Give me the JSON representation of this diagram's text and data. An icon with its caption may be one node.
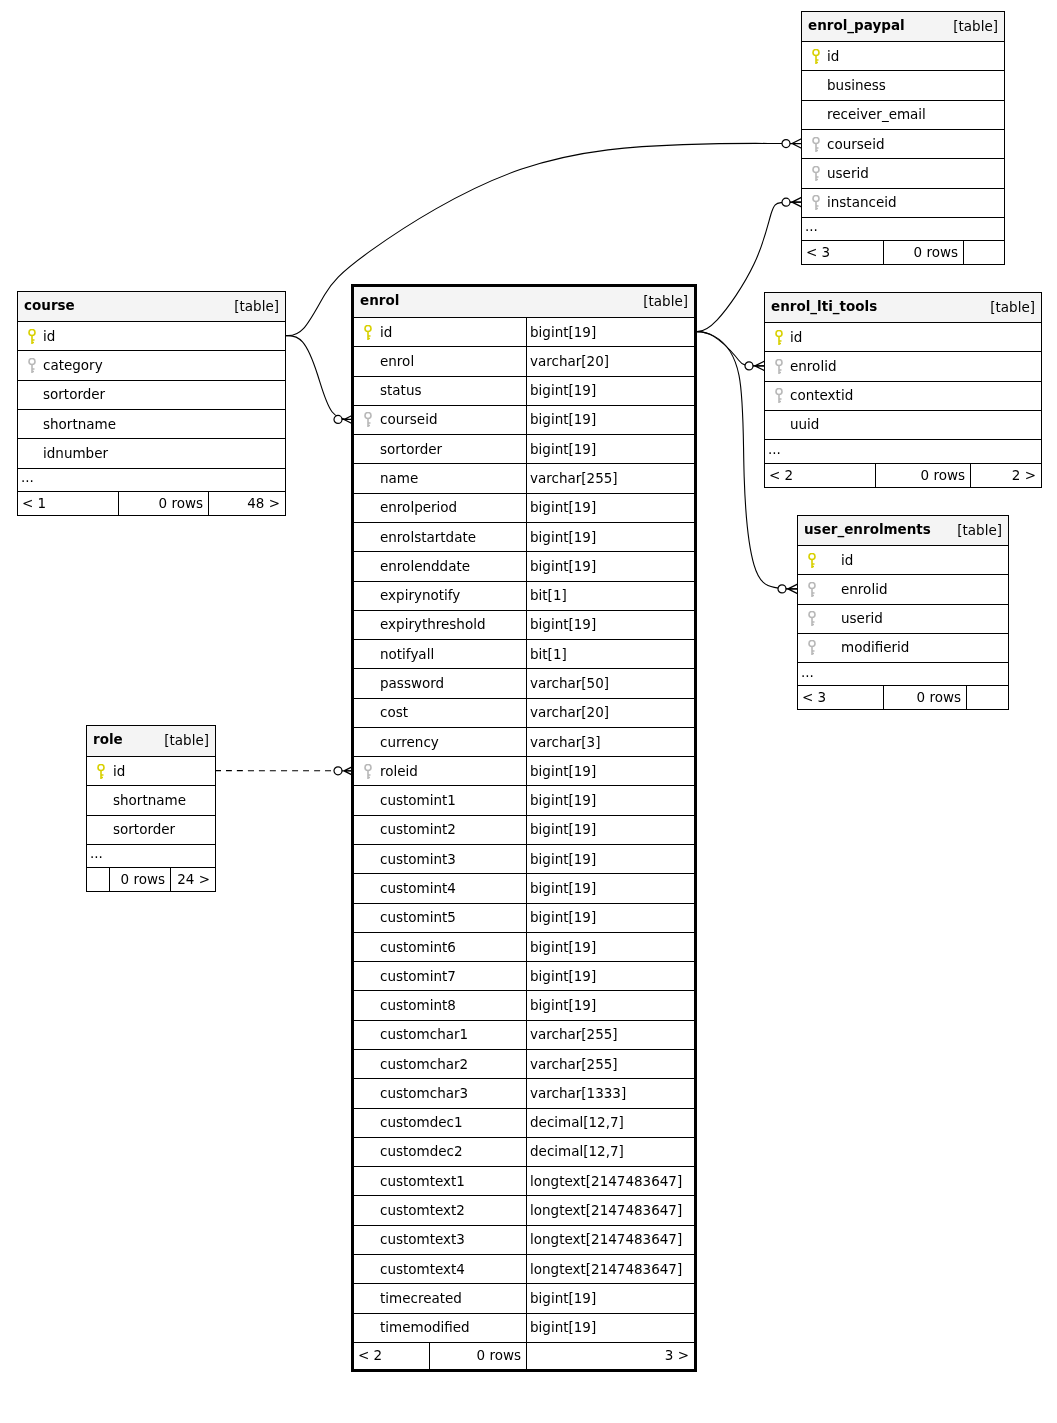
{
  "diagram": {
    "nodes": [
      {
        "text": [
          "enrol_paypal",
          "[table]"
        ]
      },
      {
        "text": [
          "id"
        ],
        "in": 0
      },
      {
        "text": [
          "business"
        ],
        "in": 0
      },
      {
        "text": [
          "receiver_email"
        ],
        "in": 0
      },
      {
        "text": [
          "courseid"
        ],
        "in": 0
      },
      {
        "text": [
          "userid"
        ],
        "in": 0
      },
      {
        "text": [
          "instanceid"
        ],
        "in": 0
      },
      {
        "text": [
          "..."
        ],
        "in": 0
      },
      {
        "text": [
          "< 3",
          "0 rows"
        ],
        "in": 0
      },
      {
        "text": [
          "course",
          "[table]"
        ]
      },
      {
        "text": [
          "id"
        ],
        "in": 9
      },
      {
        "text": [
          "category"
        ],
        "in": 9
      },
      {
        "text": [
          "sortorder"
        ],
        "in": 9
      },
      {
        "text": [
          "shortname"
        ],
        "in": 9
      },
      {
        "text": [
          "idnumber"
        ],
        "in": 9
      },
      {
        "text": [
          "..."
        ],
        "in": 9
      },
      {
        "text": [
          "< 1",
          "0 rows",
          "48 >"
        ],
        "in": 9
      },
      {
        "text": [
          "enrol",
          "[table]"
        ]
      },
      {
        "text": [
          "id",
          "bigint[19]"
        ],
        "in": 17
      },
      {
        "text": [
          "enrol",
          "varchar[20]"
        ],
        "in": 17
      },
      {
        "text": [
          "status",
          "bigint[19]"
        ],
        "in": 17
      },
      {
        "text": [
          "courseid",
          "bigint[19]"
        ],
        "in": 17
      },
      {
        "text": [
          "sortorder",
          "bigint[19]"
        ],
        "in": 17
      },
      {
        "text": [
          "name",
          "varchar[255]"
        ],
        "in": 17
      },
      {
        "text": [
          "enrolperiod",
          "bigint[19]"
        ],
        "in": 17
      },
      {
        "text": [
          "enrolstartdate",
          "bigint[19]"
        ],
        "in": 17
      },
      {
        "text": [
          "enrolenddate",
          "bigint[19]"
        ],
        "in": 17
      },
      {
        "text": [
          "expirynotify",
          "bit[1]"
        ],
        "in": 17
      },
      {
        "text": [
          "expirythreshold",
          "bigint[19]"
        ],
        "in": 17
      },
      {
        "text": [
          "notifyall",
          "bit[1]"
        ],
        "in": 17
      },
      {
        "text": [
          "password",
          "varchar[50]"
        ],
        "in": 17
      },
      {
        "text": [
          "cost",
          "varchar[20]"
        ],
        "in": 17
      },
      {
        "text": [
          "currency",
          "varchar[3]"
        ],
        "in": 17
      },
      {
        "text": [
          "roleid",
          "bigint[19]"
        ],
        "in": 17
      },
      {
        "text": [
          "customint1",
          "bigint[19]"
        ],
        "in": 17
      },
      {
        "text": [
          "customint2",
          "bigint[19]"
        ],
        "in": 17
      },
      {
        "text": [
          "customint3",
          "bigint[19]"
        ],
        "in": 17
      },
      {
        "text": [
          "customint4",
          "bigint[19]"
        ],
        "in": 17
      },
      {
        "text": [
          "customint5",
          "bigint[19]"
        ],
        "in": 17
      },
      {
        "text": [
          "customint6",
          "bigint[19]"
        ],
        "in": 17
      },
      {
        "text": [
          "customint7",
          "bigint[19]"
        ],
        "in": 17
      },
      {
        "text": [
          "customint8",
          "bigint[19]"
        ],
        "in": 17
      },
      {
        "text": [
          "customchar1",
          "varchar[255]"
        ],
        "in": 17
      },
      {
        "text": [
          "customchar2",
          "varchar[255]"
        ],
        "in": 17
      },
      {
        "text": [
          "customchar3",
          "varchar[1333]"
        ],
        "in": 17
      },
      {
        "text": [
          "customdec1",
          "decimal[12,7]"
        ],
        "in": 17
      },
      {
        "text": [
          "customdec2",
          "decimal[12,7]"
        ],
        "in": 17
      },
      {
        "text": [
          "customtext1",
          "longtext[2147483647]"
        ],
        "in": 17
      },
      {
        "text": [
          "customtext2",
          "longtext[2147483647]"
        ],
        "in": 17
      },
      {
        "text": [
          "customtext3",
          "longtext[2147483647]"
        ],
        "in": 17
      },
      {
        "text": [
          "customtext4",
          "longtext[2147483647]"
        ],
        "in": 17
      },
      {
        "text": [
          "timecreated",
          "bigint[19]"
        ],
        "in": 17
      },
      {
        "text": [
          "timemodified",
          "bigint[19]"
        ],
        "in": 17
      },
      {
        "text": [
          "< 2",
          "0 rows",
          "3 >"
        ],
        "in": 17
      },
      {
        "text": [
          "enrol_lti_tools",
          "[table]"
        ]
      },
      {
        "text": [
          "id"
        ],
        "in": 54
      },
      {
        "text": [
          "enrolid"
        ],
        "in": 54
      },
      {
        "text": [
          "contextid"
        ],
        "in": 54
      },
      {
        "text": [
          "uuid"
        ],
        "in": 54
      },
      {
        "text": [
          "..."
        ],
        "in": 54
      },
      {
        "text": [
          "< 2",
          "0 rows",
          "2 >"
        ],
        "in": 54
      },
      {
        "text": [
          "user_enrolments",
          "[table]"
        ]
      },
      {
        "text": [
          "id"
        ],
        "in": 61
      },
      {
        "text": [
          "enrolid"
        ],
        "in": 61
      },
      {
        "text": [
          "userid"
        ],
        "in": 61
      },
      {
        "text": [
          "modifierid"
        ],
        "in": 61
      },
      {
        "text": [
          "..."
        ],
        "in": 61
      },
      {
        "text": [
          "< 3",
          "0 rows"
        ],
        "in": 61
      },
      {
        "text": [
          "role",
          "[table]"
        ]
      },
      {
        "text": [
          "id"
        ],
        "in": 68
      },
      {
        "text": [
          "shortname"
        ],
        "in": 68
      },
      {
        "text": [
          "sortorder"
        ],
        "in": 68
      },
      {
        "text": [
          "..."
        ],
        "in": 68
      },
      {
        "text": [
          "0 rows",
          "24 >"
        ],
        "in": 68
      }
    ],
    "edges": [
      {
        "from": 10,
        "to": 21,
        "arrow": "other"
      },
      {
        "from": 10,
        "to": 4,
        "arrow": "other"
      },
      {
        "from": 18,
        "to": 6,
        "arrow": "other"
      },
      {
        "from": 18,
        "to": 56,
        "arrow": "other"
      },
      {
        "from": 18,
        "to": 63,
        "arrow": "other"
      },
      {
        "from": 69,
        "to": 33,
        "arrow": "other",
        "style": "dashed"
      }
    ]
  }
}
